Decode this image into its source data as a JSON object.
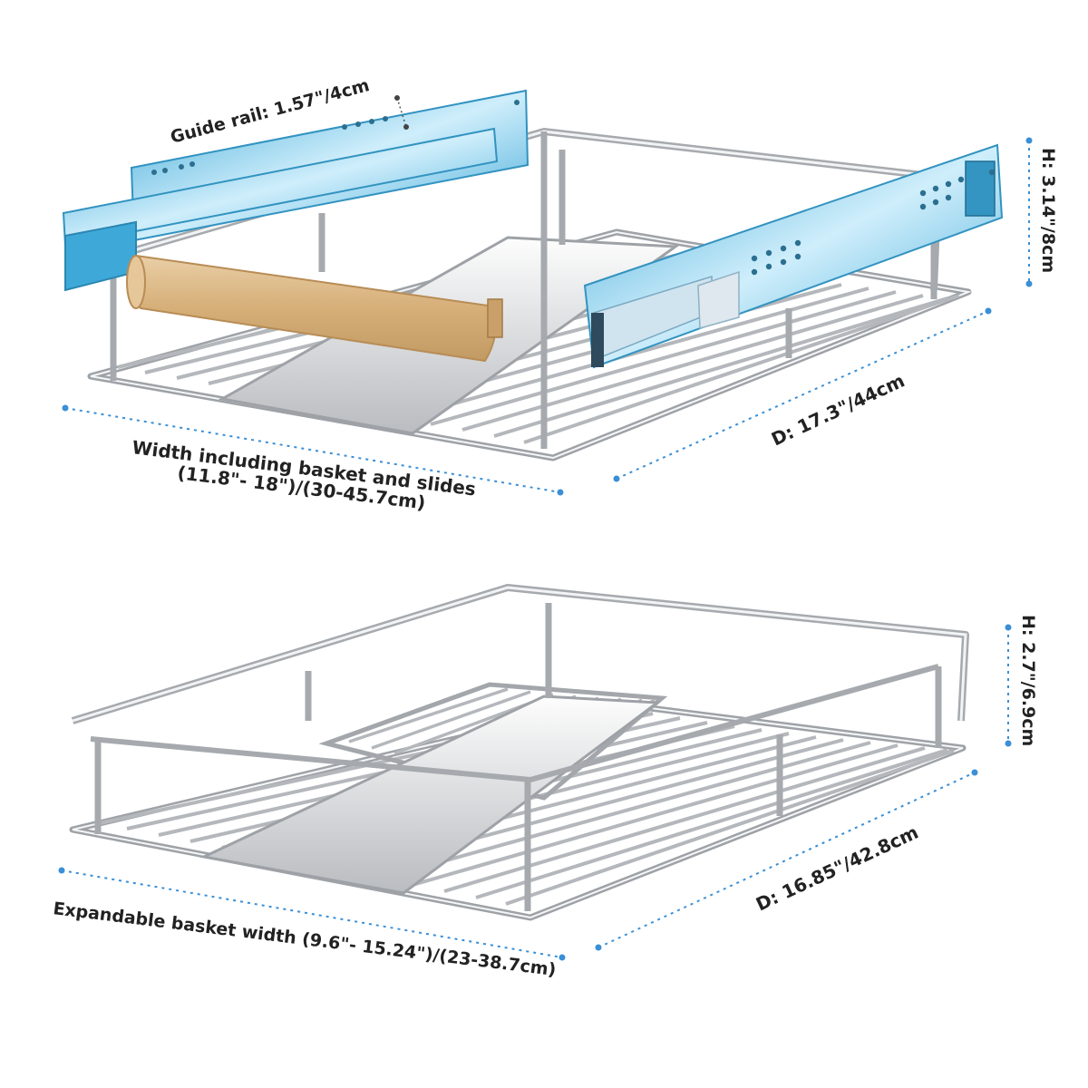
{
  "colors": {
    "rail": "#49b3de",
    "rail_light": "#d9f0fa",
    "metal": "#a9adb2",
    "metal_light": "#eef0f2",
    "wood": "#d8b585",
    "dimension_line": "#3a8fd6",
    "text": "#222222"
  },
  "top_product": {
    "guide_rail_label": "Guide rail: 1.57\"/4cm",
    "height_label": "H: 3.14\"/8cm",
    "depth_label": "D: 17.3\"/44cm",
    "width_label_line1": "Width including basket and slides",
    "width_label_line2": "(11.8\"- 18\")/(30-45.7cm)"
  },
  "bottom_product": {
    "height_label": "H: 2.7\"/6.9cm",
    "depth_label": "D: 16.85\"/42.8cm",
    "width_label_line1": "Expandable basket width (9.6\"- 15.24\")/(23-38.7cm)"
  }
}
